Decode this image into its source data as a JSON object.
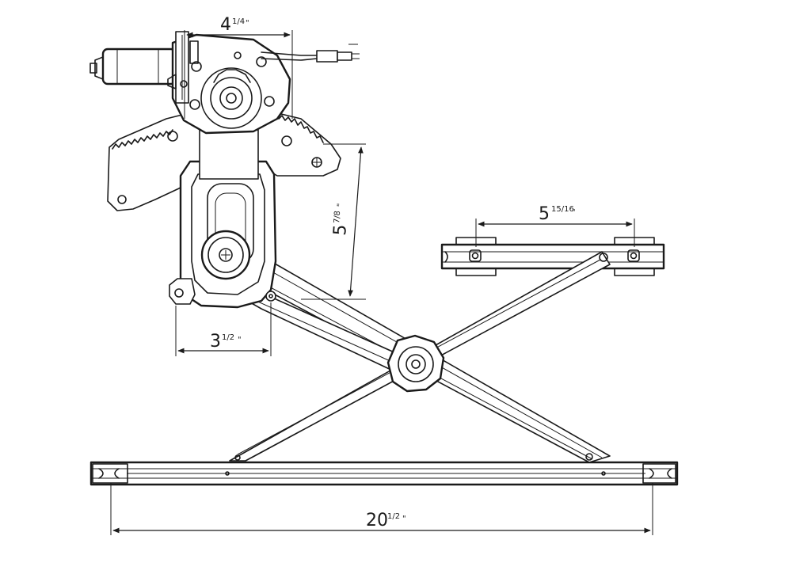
{
  "diagram": {
    "subject": "window regulator with motor",
    "dimensions": [
      {
        "id": "motor-width",
        "whole": "4",
        "fraction": "1/4",
        "unit": "\""
      },
      {
        "id": "lift-plate-length",
        "whole": "5",
        "fraction": "15/16",
        "unit": "\""
      },
      {
        "id": "motor-height",
        "whole": "5",
        "fraction": "7/8",
        "unit": "\""
      },
      {
        "id": "base-offset",
        "whole": "3",
        "fraction": "1/2",
        "unit": "\""
      },
      {
        "id": "track-length",
        "whole": "20",
        "fraction": "1/2",
        "unit": "\""
      }
    ]
  },
  "colors": {
    "line": "#1a1a1a",
    "background": "#ffffff"
  }
}
